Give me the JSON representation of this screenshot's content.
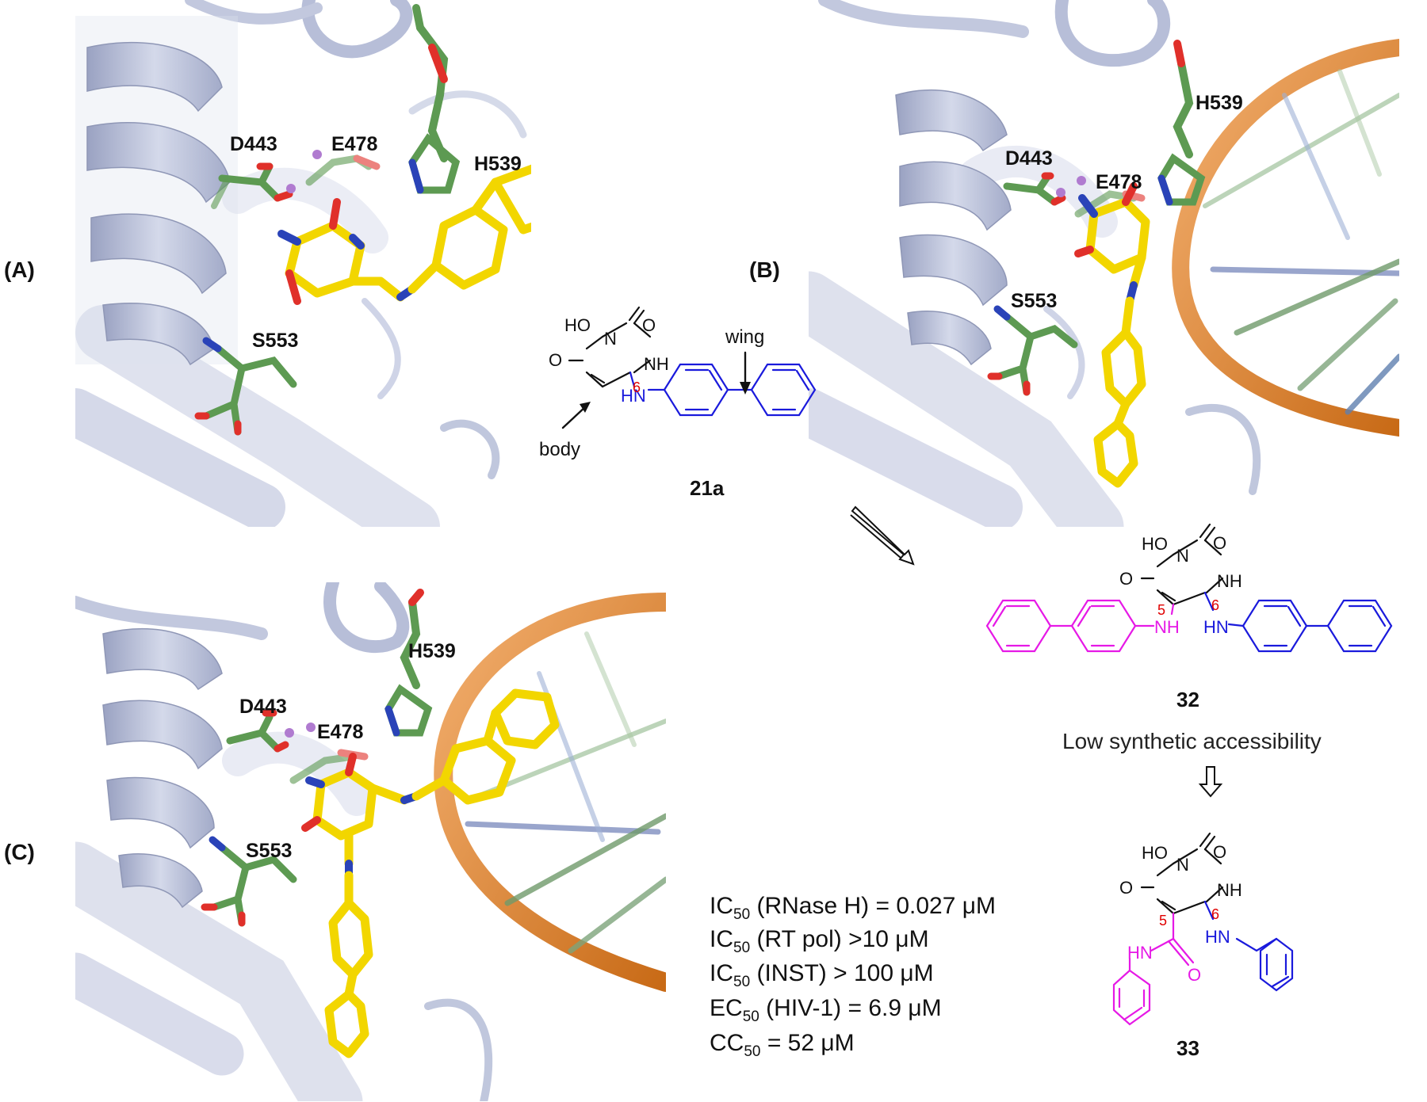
{
  "panels": [
    {
      "label": "(A)",
      "residues": [
        "D443",
        "E478",
        "H539",
        "S553"
      ]
    },
    {
      "label": "(B)",
      "residues": [
        "H539",
        "D443",
        "E478",
        "S553"
      ]
    },
    {
      "label": "(C)",
      "residues": [
        "H539",
        "D443",
        "E478",
        "S553"
      ]
    }
  ],
  "compounds": {
    "c21a": {
      "name": "21a",
      "ho": "HO",
      "n": "N",
      "o1": "O",
      "o2": "O",
      "nh": "NH",
      "hn": "HN",
      "pos6": "6",
      "wing": "wing",
      "body": "body"
    },
    "c32": {
      "name": "32",
      "ho": "HO",
      "n": "N",
      "o1": "O",
      "o2": "O",
      "nh": "NH",
      "nh5": "NH",
      "hn": "HN",
      "pos5": "5",
      "pos6": "6"
    },
    "c33": {
      "name": "33",
      "ho": "HO",
      "n": "N",
      "o1": "O",
      "o2": "O",
      "nh": "NH",
      "amide_nh": "HN",
      "amide_o": "O",
      "hn": "HN",
      "pos5": "5",
      "pos6": "6"
    }
  },
  "note": "Low synthetic accessibility",
  "properties": [
    {
      "prefix": "IC",
      "sub": "50",
      "rest": " (RNase H) = 0.027 μM"
    },
    {
      "prefix": "IC",
      "sub": "50",
      "rest": " (RT pol) >10 μM"
    },
    {
      "prefix": "IC",
      "sub": "50",
      "rest": " (INST) > 100 μM"
    },
    {
      "prefix": "EC",
      "sub": "50",
      "rest": " (HIV-1) = 6.9 μM"
    },
    {
      "prefix": "CC",
      "sub": "50",
      "rest": " = 52 μM"
    }
  ],
  "colors": {
    "protein": "#c3c9df",
    "carbon_green": "#5d9a52",
    "ligand": "#f2d600",
    "nitrogen": "#2a43b8",
    "oxygen": "#e0302a",
    "dna": "#e8892a",
    "wing": "#1a1adc",
    "substituent": "#e619e6"
  }
}
